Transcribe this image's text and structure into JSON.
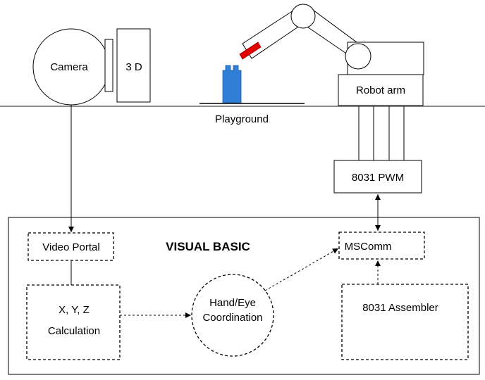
{
  "colors": {
    "stroke": "#000000",
    "block": "#2f7fd6",
    "gripper": "#e00000",
    "ground": "#666666"
  },
  "hardware": {
    "camera": "Camera",
    "sensor_3d": "3 D",
    "playground": "Playground",
    "robot_arm": "Robot arm",
    "pwm": "8031 PWM"
  },
  "software": {
    "title": "VISUAL BASIC",
    "video_portal": "Video Portal",
    "xyz_line1": "X, Y, Z",
    "xyz_line2": "Calculation",
    "hand_eye_line1": "Hand/Eye",
    "hand_eye_line2": "Coordination",
    "mscomm": "MSComm",
    "assembler": "8031 Assembler"
  }
}
